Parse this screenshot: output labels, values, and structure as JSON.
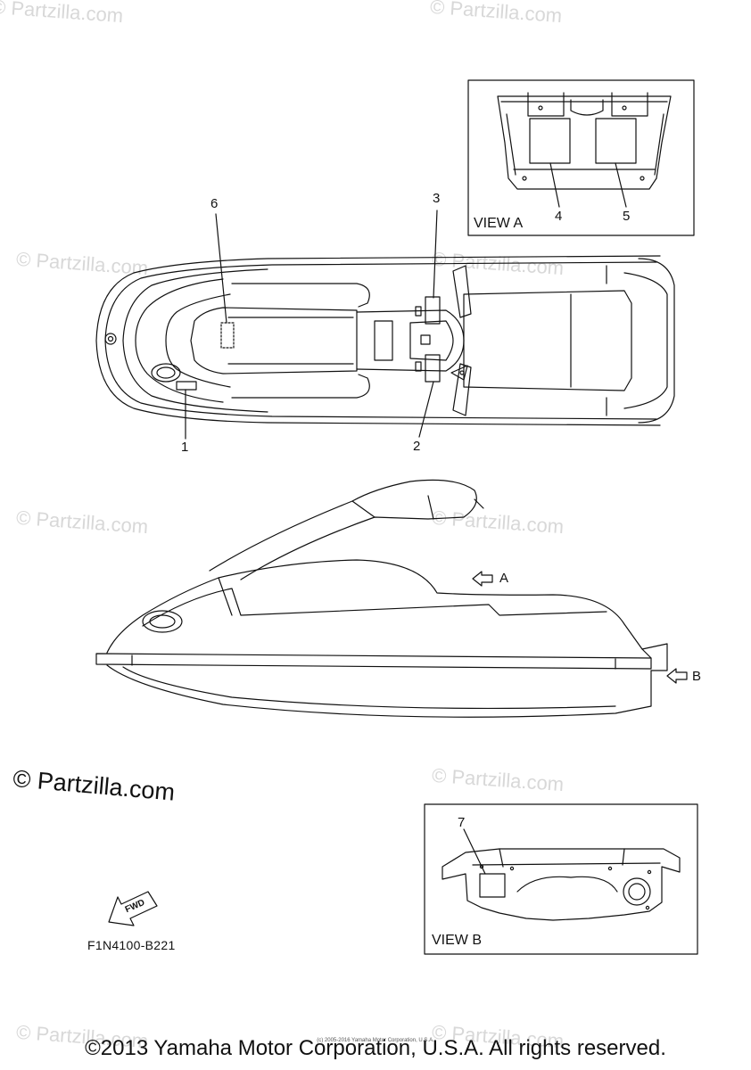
{
  "watermarks": {
    "text": "© Partzilla.com",
    "count": 10
  },
  "main_watermark": "© Partzilla.com",
  "callouts": {
    "c1": "1",
    "c2": "2",
    "c3": "3",
    "c4": "4",
    "c5": "5",
    "c6": "6",
    "c7": "7"
  },
  "views": {
    "view_a": "VIEW A",
    "view_b": "VIEW B",
    "arrow_a": "A",
    "arrow_b": "B"
  },
  "fwd_label": "FWD",
  "diagram_code": "F1N4100-B221",
  "copyright": "©2013 Yamaha Motor Corporation, U.S.A. All rights reserved.",
  "tiny_copyright": "(c) 2005-2016 Yamaha Motor Corporation, U.S.A."
}
